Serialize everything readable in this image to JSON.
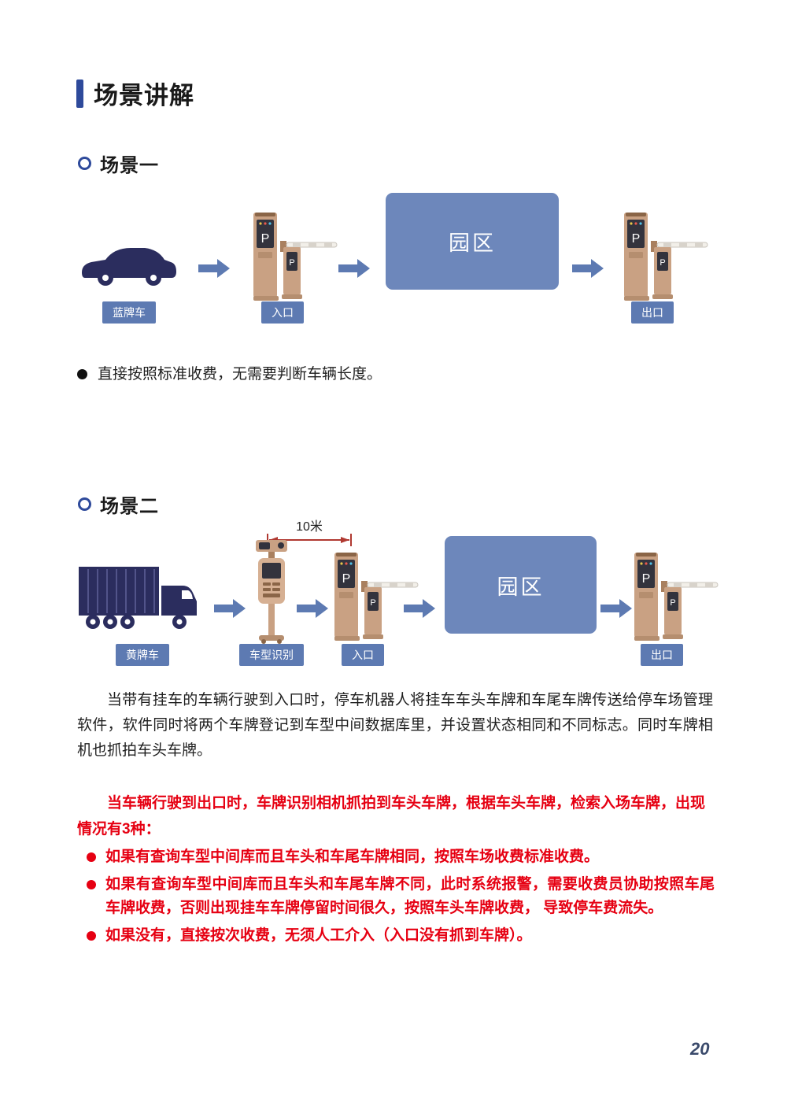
{
  "page": {
    "title": "场景讲解",
    "number": "20"
  },
  "scene1": {
    "heading": "场景一",
    "vehicle_label": "蓝牌车",
    "entrance_label": "入口",
    "park_label": "园区",
    "exit_label": "出口",
    "note": "直接按照标准收费，无需要判断车辆长度。"
  },
  "scene2": {
    "heading": "场景二",
    "distance_label": "10米",
    "vehicle_label": "黄牌车",
    "recognizer_label": "车型识别",
    "entrance_label": "入口",
    "park_label": "园区",
    "exit_label": "出口",
    "paragraph": "当带有挂车的车辆行驶到入口时，停车机器人将挂车车头车牌和车尾车牌传送给停车场管理软件，软件同时将两个车牌登记到车型中间数据库里，并设置状态相同和不同标志。同时车牌相机也抓拍车头车牌。",
    "red_intro": "当车辆行驶到出口时，车牌识别相机抓拍到车头车牌，根据车头车牌，检索入场车牌，出现情况有3种：",
    "red_bullets": [
      "如果有查询车型中间库而且车头和车尾车牌相同，按照车场收费标准收费。",
      "如果有查询车型中间库而且车头和车尾车牌不同，此时系统报警，需要收费员协助按照车尾车牌收费，否则出现挂车车牌停留时间很久，按照车头车牌收费， 导致停车费流失。",
      "如果没有，直接按次收费，无须人工介入（入口没有抓到车牌）。"
    ]
  },
  "icons": {
    "car": "sedan-car-icon",
    "truck": "container-truck-icon",
    "gate": "barrier-gate-machine-icon",
    "recognizer": "vehicle-type-camera-icon",
    "arrow": "flow-arrow-right-icon",
    "dimension": "distance-dimension-line"
  },
  "colors": {
    "accent_blue": "#2e4a9b",
    "diagram_blue": "#6d87bb",
    "badge_blue": "#5d7ab2",
    "vehicle_navy": "#2b2d5e",
    "machine_tan": "#c9a183",
    "alert_red": "#e60012",
    "dimension_red": "#b03931"
  }
}
